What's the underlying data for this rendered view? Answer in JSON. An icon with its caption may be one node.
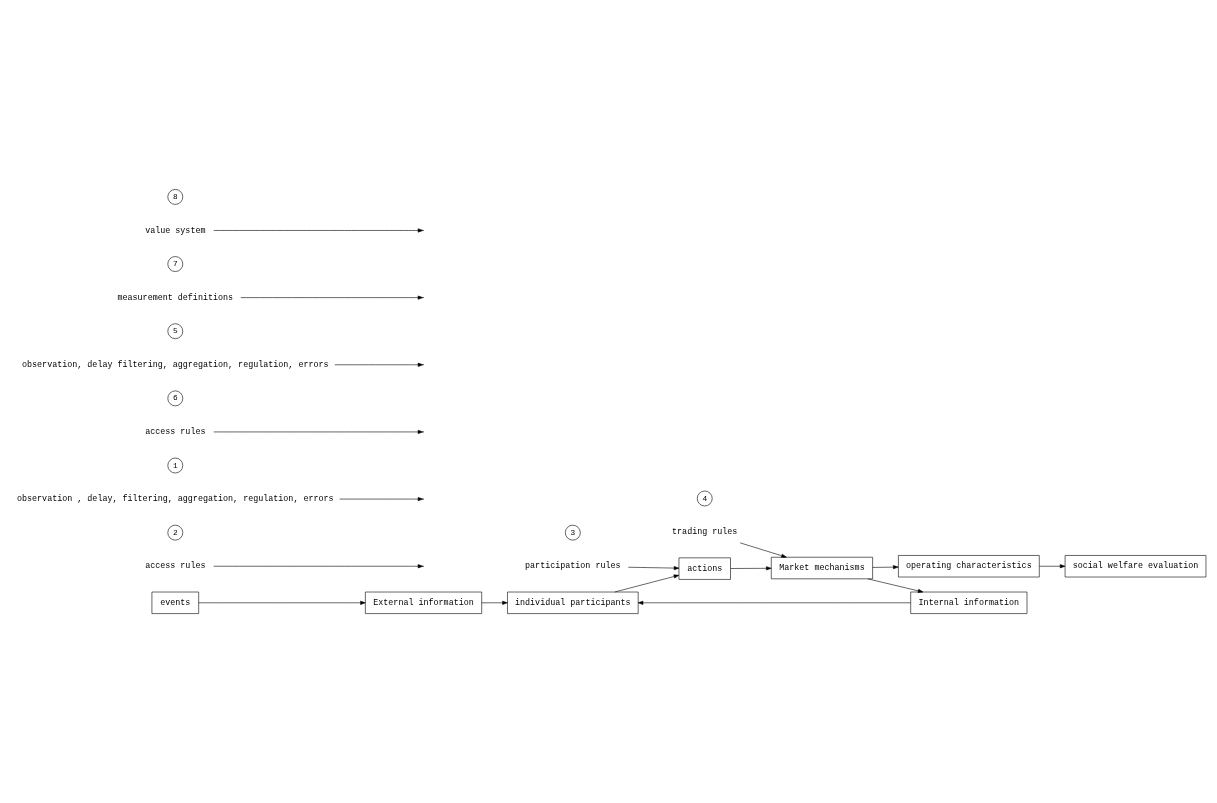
{
  "diagram": {
    "nodes": [
      {
        "text": [
          "individual participants"
        ]
      },
      {
        "text": [
          "External information"
        ]
      },
      {
        "text": [
          "Internal information"
        ]
      },
      {
        "text": [
          "events"
        ]
      },
      {
        "text": [
          "actions"
        ]
      },
      {
        "text": [
          "Market mechanisms"
        ]
      },
      {
        "text": [
          "operating characteristics"
        ]
      },
      {
        "text": [
          "social welfare evaluation"
        ]
      },
      {
        "text": [
          "access rules"
        ]
      },
      {
        "text": [
          "observation , delay, filtering, aggregation, regulation, errors"
        ]
      },
      {
        "text": [
          "access rules"
        ]
      },
      {
        "text": [
          "observation, delay filtering, aggregation, regulation, errors"
        ]
      },
      {
        "text": [
          "participation rules"
        ]
      },
      {
        "text": [
          "trading rules"
        ]
      },
      {
        "text": [
          "measurement definitions"
        ]
      },
      {
        "text": [
          "value system"
        ]
      },
      {
        "text": [
          "1"
        ]
      },
      {
        "text": [
          "2"
        ]
      },
      {
        "text": [
          "3"
        ]
      },
      {
        "text": [
          "4"
        ]
      },
      {
        "text": [
          "5"
        ]
      },
      {
        "text": [
          "6"
        ]
      },
      {
        "text": [
          "7"
        ]
      },
      {
        "text": [
          "8"
        ]
      }
    ],
    "edges": [
      {
        "from": 3,
        "to": 1,
        "arrow": "to"
      },
      {
        "from": 1,
        "to": 0,
        "arrow": "to"
      },
      {
        "from": 2,
        "to": 0,
        "arrow": "to"
      },
      {
        "from": 0,
        "to": 4,
        "arrow": "to"
      },
      {
        "from": 4,
        "to": 5,
        "arrow": "to"
      },
      {
        "from": 5,
        "to": 2,
        "arrow": "to"
      },
      {
        "from": 5,
        "to": 6,
        "arrow": "to"
      },
      {
        "from": 6,
        "to": 7,
        "arrow": "to"
      },
      {
        "from": 8,
        "to": null,
        "arrow": "to"
      },
      {
        "from": 9,
        "to": null,
        "arrow": "to"
      },
      {
        "from": 10,
        "to": null,
        "arrow": "to"
      },
      {
        "from": 11,
        "to": null,
        "arrow": "to"
      },
      {
        "from": 12,
        "to": 4,
        "arrow": "to"
      },
      {
        "from": 13,
        "to": 5,
        "arrow": "to"
      },
      {
        "from": 14,
        "to": null,
        "arrow": "to"
      },
      {
        "from": 15,
        "to": null,
        "arrow": "to"
      }
    ]
  }
}
